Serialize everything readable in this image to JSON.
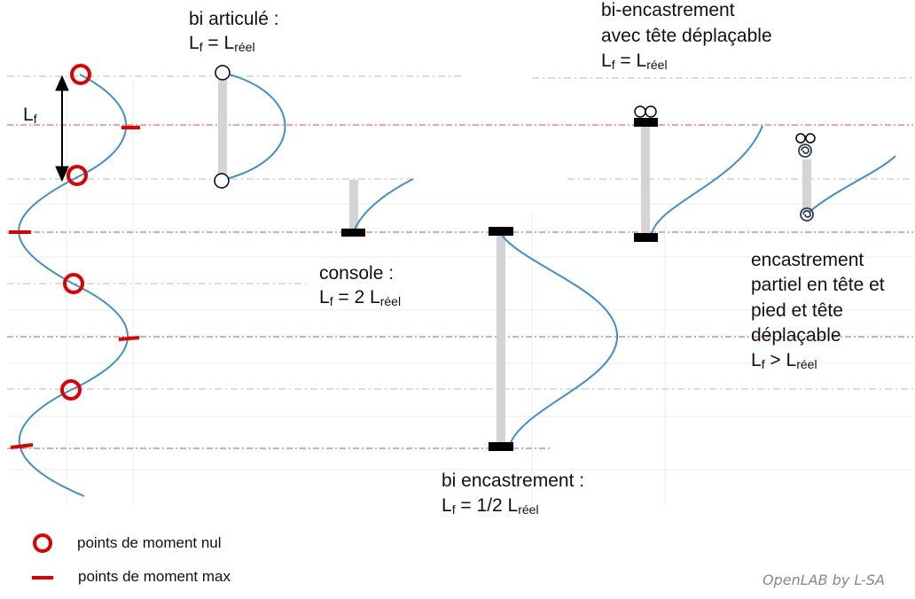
{
  "colors": {
    "curve": "#3d8fd1",
    "marker": "#e00000",
    "column": "#d4d4d4",
    "support": "#000000",
    "grid_line": "#bdbdbd"
  },
  "labels": {
    "lf_main": {
      "L": "L",
      "sub": "f"
    },
    "bi_articule": {
      "title": "bi articulé :",
      "formula": {
        "a": "L",
        "a_sub": "f",
        "mid": " = L",
        "b_sub": "réel"
      }
    },
    "console": {
      "title": "console :",
      "formula": {
        "a": "L",
        "a_sub": "f",
        "mid": " = 2 L",
        "b_sub": "réel"
      }
    },
    "bi_encastrement": {
      "title": "bi encastrement :",
      "formula": {
        "a": "L",
        "a_sub": "f",
        "mid": " = 1/2 L",
        "b_sub": "réel"
      }
    },
    "bi_encastrement_deplacable": {
      "line1": "bi-encastrement",
      "line2": "avec tête déplaçable",
      "formula": {
        "a": "L",
        "a_sub": "f",
        "mid": " = L",
        "b_sub": "réel"
      }
    },
    "encastrement_partiel": {
      "line1": "encastrement",
      "line2": "partiel en tête et",
      "line3": "pied et tête",
      "line4": "déplaçable",
      "formula": {
        "a": "L",
        "a_sub": "f",
        "mid": " > L",
        "b_sub": "réel"
      }
    }
  },
  "legend": {
    "zero_moment": "points de moment nul",
    "max_moment": "points de moment max"
  },
  "watermark": "OpenLAB by L-SA"
}
